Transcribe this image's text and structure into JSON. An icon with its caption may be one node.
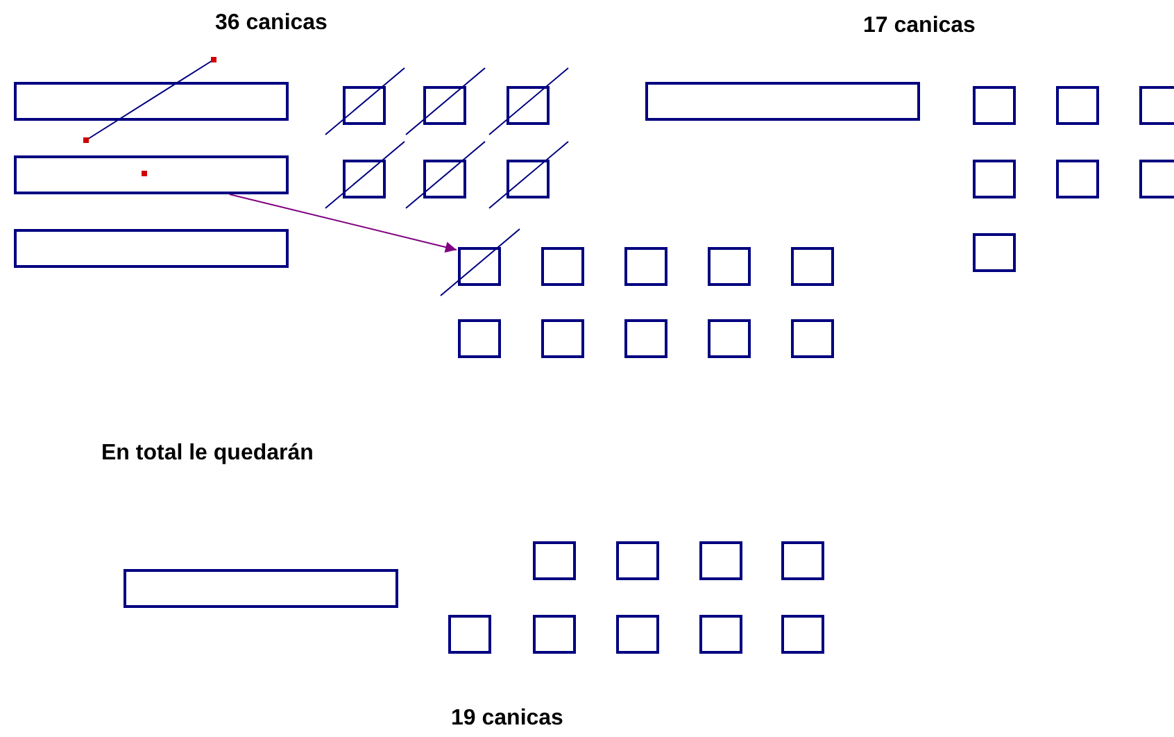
{
  "diagram": {
    "nodes": [
      {
        "text": [],
        "shape": "bar"
      },
      {
        "text": [],
        "shape": "bar"
      },
      {
        "text": [],
        "shape": "bar"
      },
      {
        "text": [],
        "shape": "box"
      },
      {
        "text": [],
        "shape": "box"
      },
      {
        "text": [],
        "shape": "box"
      },
      {
        "text": [],
        "shape": "box"
      },
      {
        "text": [],
        "shape": "box"
      },
      {
        "text": [],
        "shape": "box"
      },
      {
        "text": [],
        "shape": "box"
      },
      {
        "text": [],
        "shape": "box"
      },
      {
        "text": [],
        "shape": "box"
      },
      {
        "text": [],
        "shape": "box"
      },
      {
        "text": [],
        "shape": "box"
      },
      {
        "text": [],
        "shape": "box"
      },
      {
        "text": [],
        "shape": "box"
      },
      {
        "text": [],
        "shape": "box"
      },
      {
        "text": [],
        "shape": "box"
      },
      {
        "text": [],
        "shape": "box"
      },
      {
        "text": [],
        "shape": "bar"
      },
      {
        "text": [],
        "shape": "box"
      },
      {
        "text": [],
        "shape": "box"
      },
      {
        "text": [],
        "shape": "box"
      },
      {
        "text": [],
        "shape": "box"
      },
      {
        "text": [],
        "shape": "box"
      },
      {
        "text": [],
        "shape": "box"
      },
      {
        "text": [],
        "shape": "box"
      },
      {
        "text": [],
        "shape": "bar"
      },
      {
        "text": [],
        "shape": "box"
      },
      {
        "text": [],
        "shape": "box"
      },
      {
        "text": [],
        "shape": "box"
      },
      {
        "text": [],
        "shape": "box"
      },
      {
        "text": [],
        "shape": "box"
      },
      {
        "text": [],
        "shape": "box"
      },
      {
        "text": [],
        "shape": "box"
      },
      {
        "text": [],
        "shape": "box"
      },
      {
        "text": [],
        "shape": "box"
      }
    ],
    "edges": [
      {
        "from": 1,
        "to": 9,
        "arrow": "to",
        "color": "#800080"
      }
    ],
    "labels": [
      "36 canicas",
      "17 canicas",
      "En total le quedarán",
      "19 canicas"
    ]
  }
}
